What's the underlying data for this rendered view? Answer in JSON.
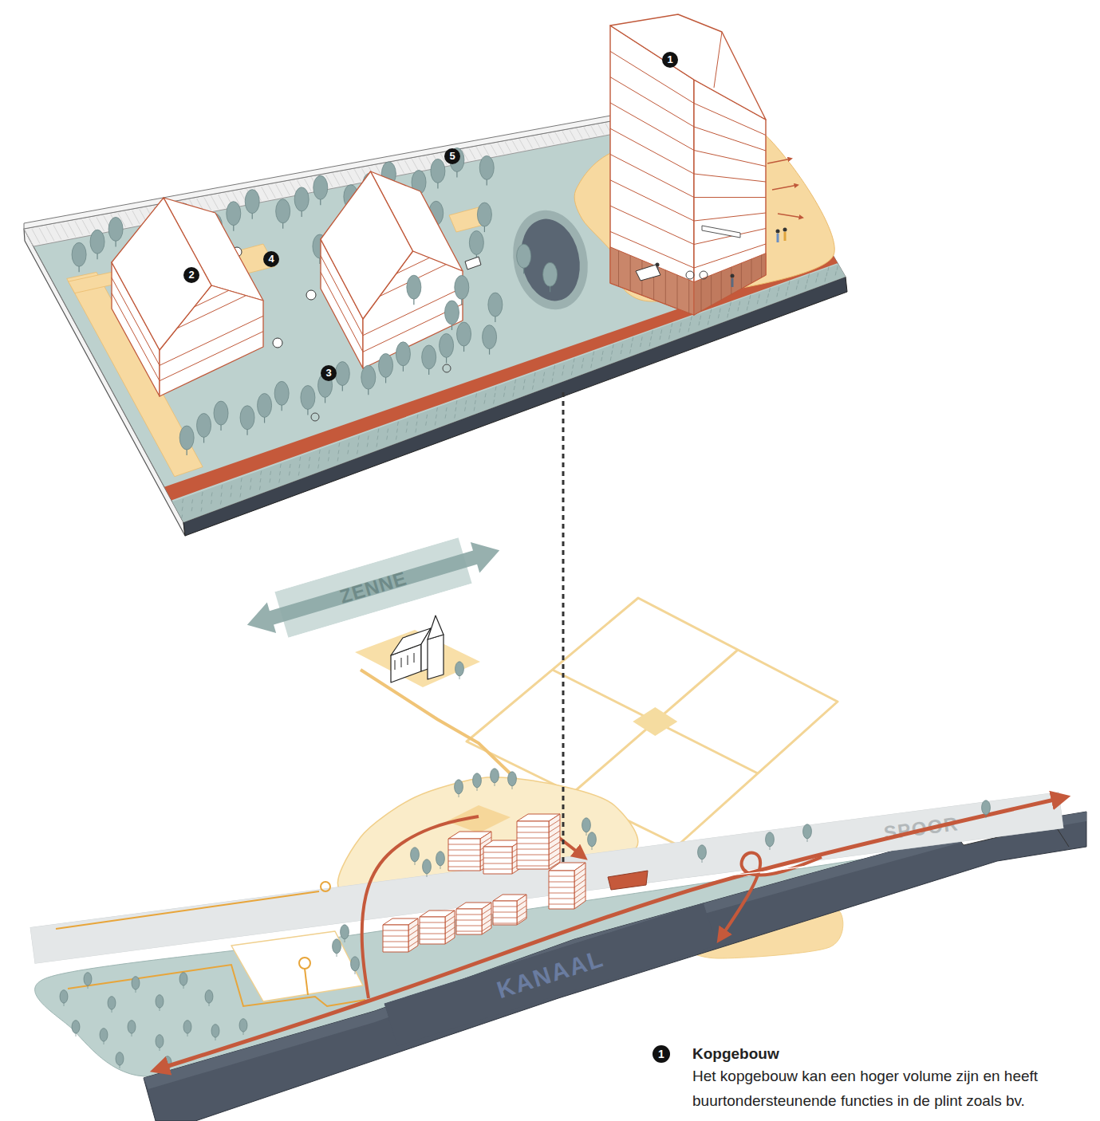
{
  "diagram": {
    "nodes": [
      {
        "text": [
          "ZENNE"
        ]
      },
      {
        "text": [
          "SPOOR"
        ]
      },
      {
        "text": [
          "KANAAL"
        ]
      }
    ],
    "labels": [
      "1",
      "2",
      "3",
      "4",
      "5",
      "1",
      "Kopgebouw",
      "Het kopgebouw kan een hoger volume zijn en heeft buurtondersteunende functies in de plint zoals bv."
    ]
  }
}
